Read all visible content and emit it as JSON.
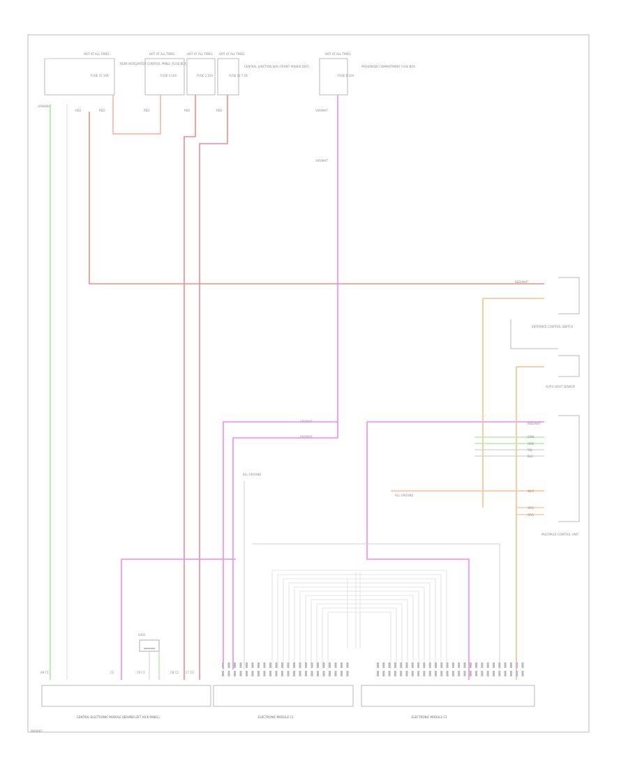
{
  "colors": {
    "red": "#f08c8c",
    "pink": "#f3a8a8",
    "green": "#a8e6a0",
    "magenta": "#f08cf0",
    "orange": "#f5c28a",
    "gray": "#cfcfcf",
    "frame": "#b9b9b9"
  },
  "fuses": {
    "f1": {
      "header": "HOT AT ALL TIMES",
      "fuse": "FUSE 41 10A",
      "desc": "REAR INTEGRATED CONTROL PANEL (FUSE BOX)"
    },
    "f2": {
      "header": "HOT AT ALL TIMES",
      "fuse": "FUSE 4 10A",
      "desc": ""
    },
    "f3": {
      "header": "HOT AT ALL TIMES",
      "fuse": "FUSE 2 15A",
      "desc": ""
    },
    "f4": {
      "header": "HOT AT ALL TIMES",
      "fuse": "FUSE 12 7.5A",
      "desc": "CENTRAL JUNCTION BOX (FRONT POWER DIST)"
    },
    "f5": {
      "header": "HOT AT ALL TIMES",
      "fuse": "FUSE 8 10A",
      "desc": "PASSENGER COMPARTMENT FUSE BOX"
    }
  },
  "wires": {
    "grn_wht": "GRN/WHT",
    "red": "RED",
    "red_wht": "RED/WHT",
    "vio_wht": "VIO/WHT",
    "vio": "VIO"
  },
  "components": {
    "right_top": "ENTRANCE CONTROL SWITCH",
    "right_mid": "AUTO LIGHT SENSOR",
    "right_bottom": "MULTIPLEX CONTROL UNIT",
    "ground_label": "G401",
    "center_label_1": "ALL GROUND",
    "center_label_2": "ALL GROUND",
    "module_left": "CENTRAL ELECTRONIC MODULE (BEHIND LEFT KICK PANEL)",
    "module_center": "ELECTRONIC MODULE C1",
    "module_right": "ELECTRONIC MODULE C2",
    "footer_code": "W46065"
  },
  "connector_labels": {
    "left": [
      "A9 C1",
      "C2",
      "C9 C1",
      "C8 C2",
      "C7 C2"
    ],
    "right": [
      "RED/WHT",
      "GRN",
      "GRN",
      "YEL",
      "BLU",
      "WHT",
      "ORG",
      "ORG"
    ]
  }
}
